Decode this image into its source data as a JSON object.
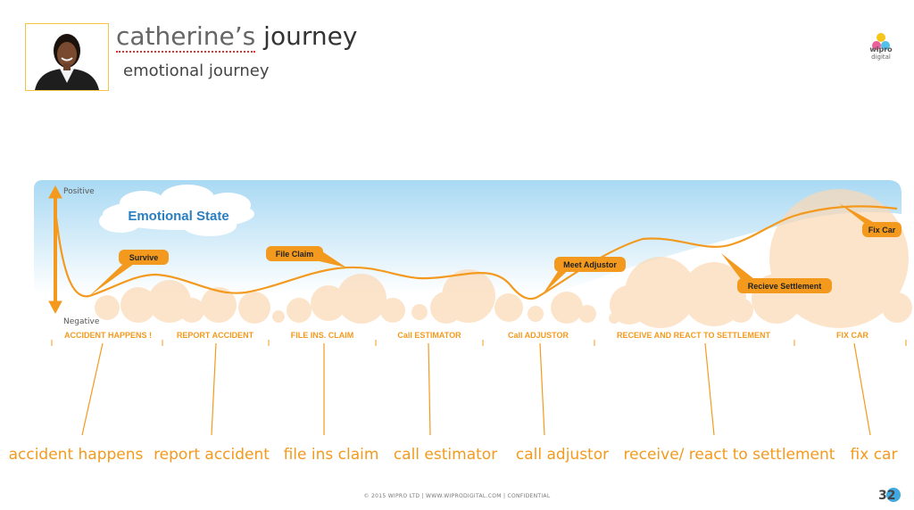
{
  "header": {
    "title_name": "catherine’s",
    "title_rest": "journey",
    "subtitle": "emotional journey"
  },
  "logo": {
    "line1": "wipro",
    "line2": "digital"
  },
  "chart": {
    "axis_top": "Positive",
    "axis_bottom": "Negative",
    "cloud_label": "Emotional State",
    "callouts": [
      "Survive",
      "File Claim",
      "Meet Adjustor",
      "Recieve Settlement",
      "Fix Car"
    ],
    "stages": [
      "ACCIDENT HAPPENS !",
      "REPORT ACCIDENT",
      "FILE INS. CLAIM",
      "Call ESTIMATOR",
      "Call ADJUSTOR",
      "RECEIVE AND REACT TO SETTLEMENT",
      "FIX CAR"
    ]
  },
  "bottom_labels": [
    "accident happens",
    "report accident",
    "file ins claim",
    "call estimator",
    "call adjustor",
    "receive/ react to settlement",
    "fix car"
  ],
  "footer": "© 2015 WIPRO LTD  |  WWW.WIPRODIGITAL.COM  |  CONFIDENTIAL",
  "page_number": "32",
  "colors": {
    "accent": "#f39a1e",
    "sky": "#bfe3f7",
    "cloud_text": "#2a7fc0",
    "bubble": "#fbd9b5"
  }
}
